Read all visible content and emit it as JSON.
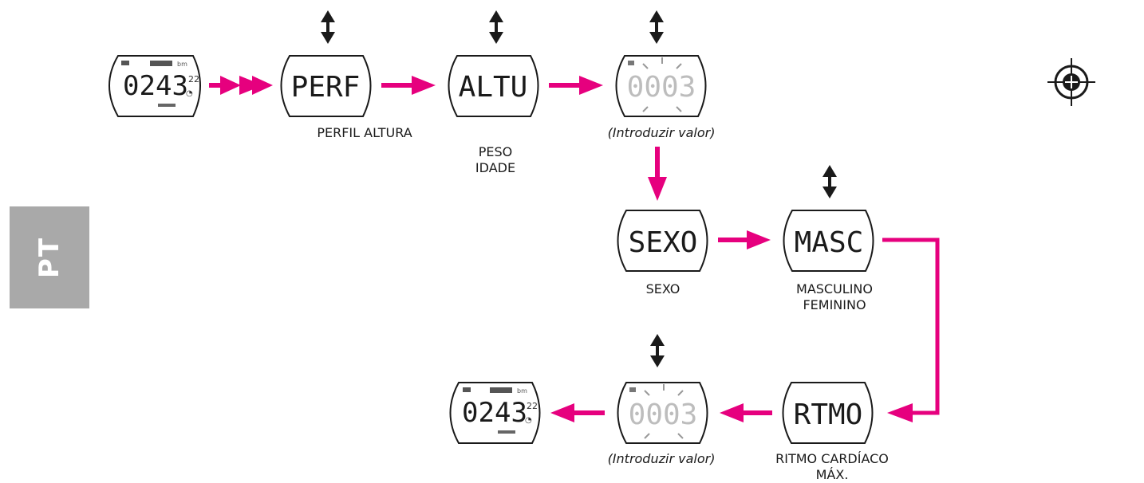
{
  "displays": {
    "perf": "PERF",
    "altu": "ALTU",
    "value1": "0003",
    "sexo": "SEXO",
    "masc": "MASC",
    "ritmo": "RTMO",
    "value2": "0003",
    "watch1_main": "0243",
    "watch2_main": "0243"
  },
  "labels": {
    "perfil_altura": "PERFIL ALTURA",
    "peso": "PESO",
    "idade": "IDADE",
    "introduzir1": "(Introduzir valor)",
    "sexo": "SEXO",
    "masculino": "MASCULINO",
    "feminino": "FEMININO",
    "ritmo_line1": "RITMO CARDÍACO",
    "ritmo_line2": "MÁX.",
    "introduzir2": "(Introduzir valor)"
  },
  "side_tab": {
    "lang": "PT"
  },
  "colors": {
    "arrow": "#e6007e",
    "outline": "#1a1a1a",
    "tab": "#a9a9a9"
  }
}
